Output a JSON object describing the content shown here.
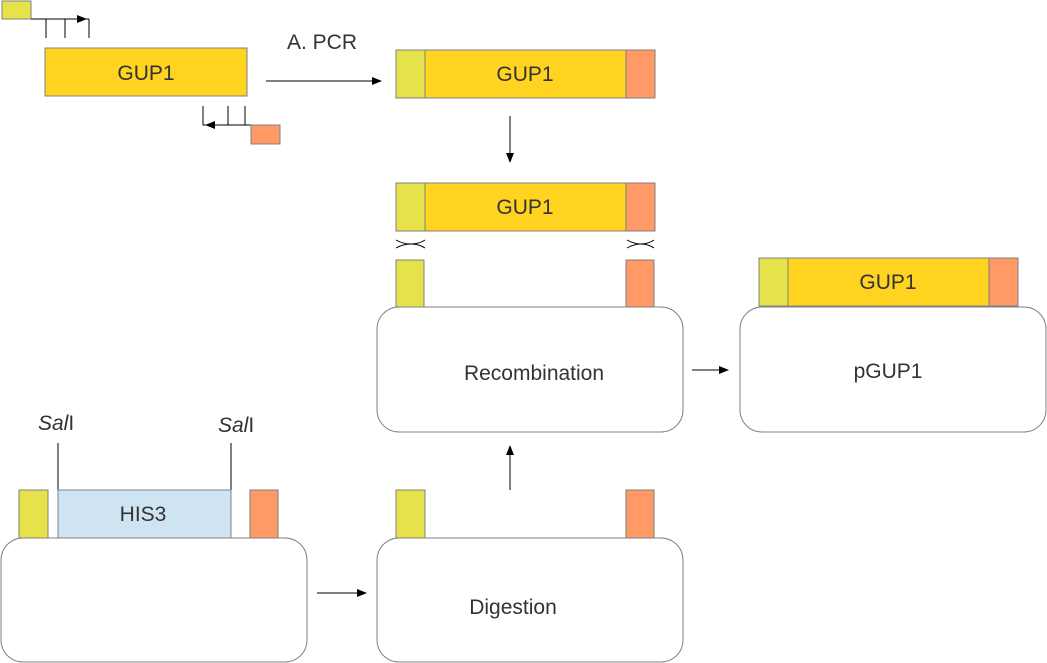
{
  "colors": {
    "gene": "#FFD320",
    "left_homology": "#E6E34A",
    "right_homology": "#FF9966",
    "marker": "#CFE4F3",
    "outline": "#808080",
    "text": "#333333",
    "arrow": "#000000"
  },
  "pcr": {
    "template_label": "GUP1",
    "step_label": "A. PCR",
    "product_label": "GUP1"
  },
  "recombination": {
    "insert_label": "GUP1",
    "vector_label": "Recombination"
  },
  "result": {
    "insert_label": "GUP1",
    "plasmid_label": "pGUP1"
  },
  "source_plasmid": {
    "marker_label": "HIS3",
    "site_left": {
      "name": "Sal",
      "suffix": "I"
    },
    "site_right": {
      "name": "Sal",
      "suffix": "I"
    }
  },
  "digestion": {
    "vector_label": "Digestion"
  }
}
